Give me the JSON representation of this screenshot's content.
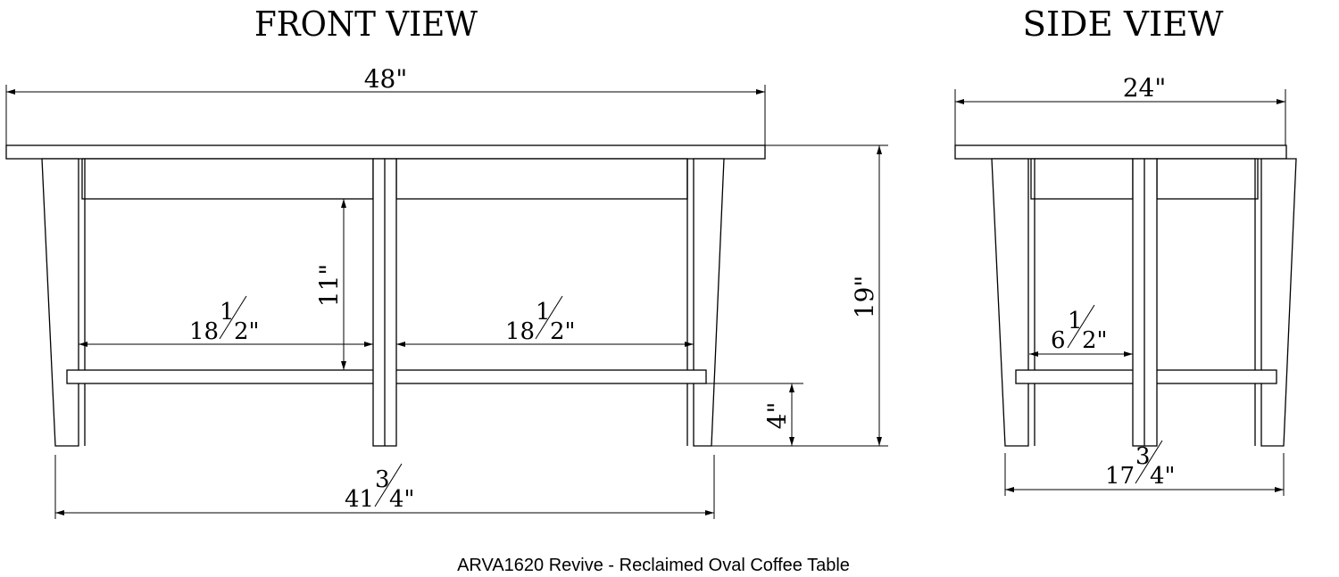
{
  "front_view": {
    "title": "FRONT VIEW",
    "width_label": "48\"",
    "shelf_gap_label": "11\"",
    "height_label": "19\"",
    "leg_clearance_label": "4\"",
    "left_bay": {
      "whole": "18",
      "num": "1",
      "den": "2\""
    },
    "right_bay": {
      "whole": "18",
      "num": "1",
      "den": "2\""
    },
    "base_width": {
      "whole": "41",
      "num": "3",
      "den": "4\""
    }
  },
  "side_view": {
    "title": "SIDE VIEW",
    "depth_label": "24\"",
    "bay": {
      "whole": "6",
      "num": "1",
      "den": "2\""
    },
    "base_depth": {
      "whole": "17",
      "num": "3",
      "den": "4\""
    }
  },
  "caption": "ARVA1620 Revive - Reclaimed Oval Coffee Table"
}
